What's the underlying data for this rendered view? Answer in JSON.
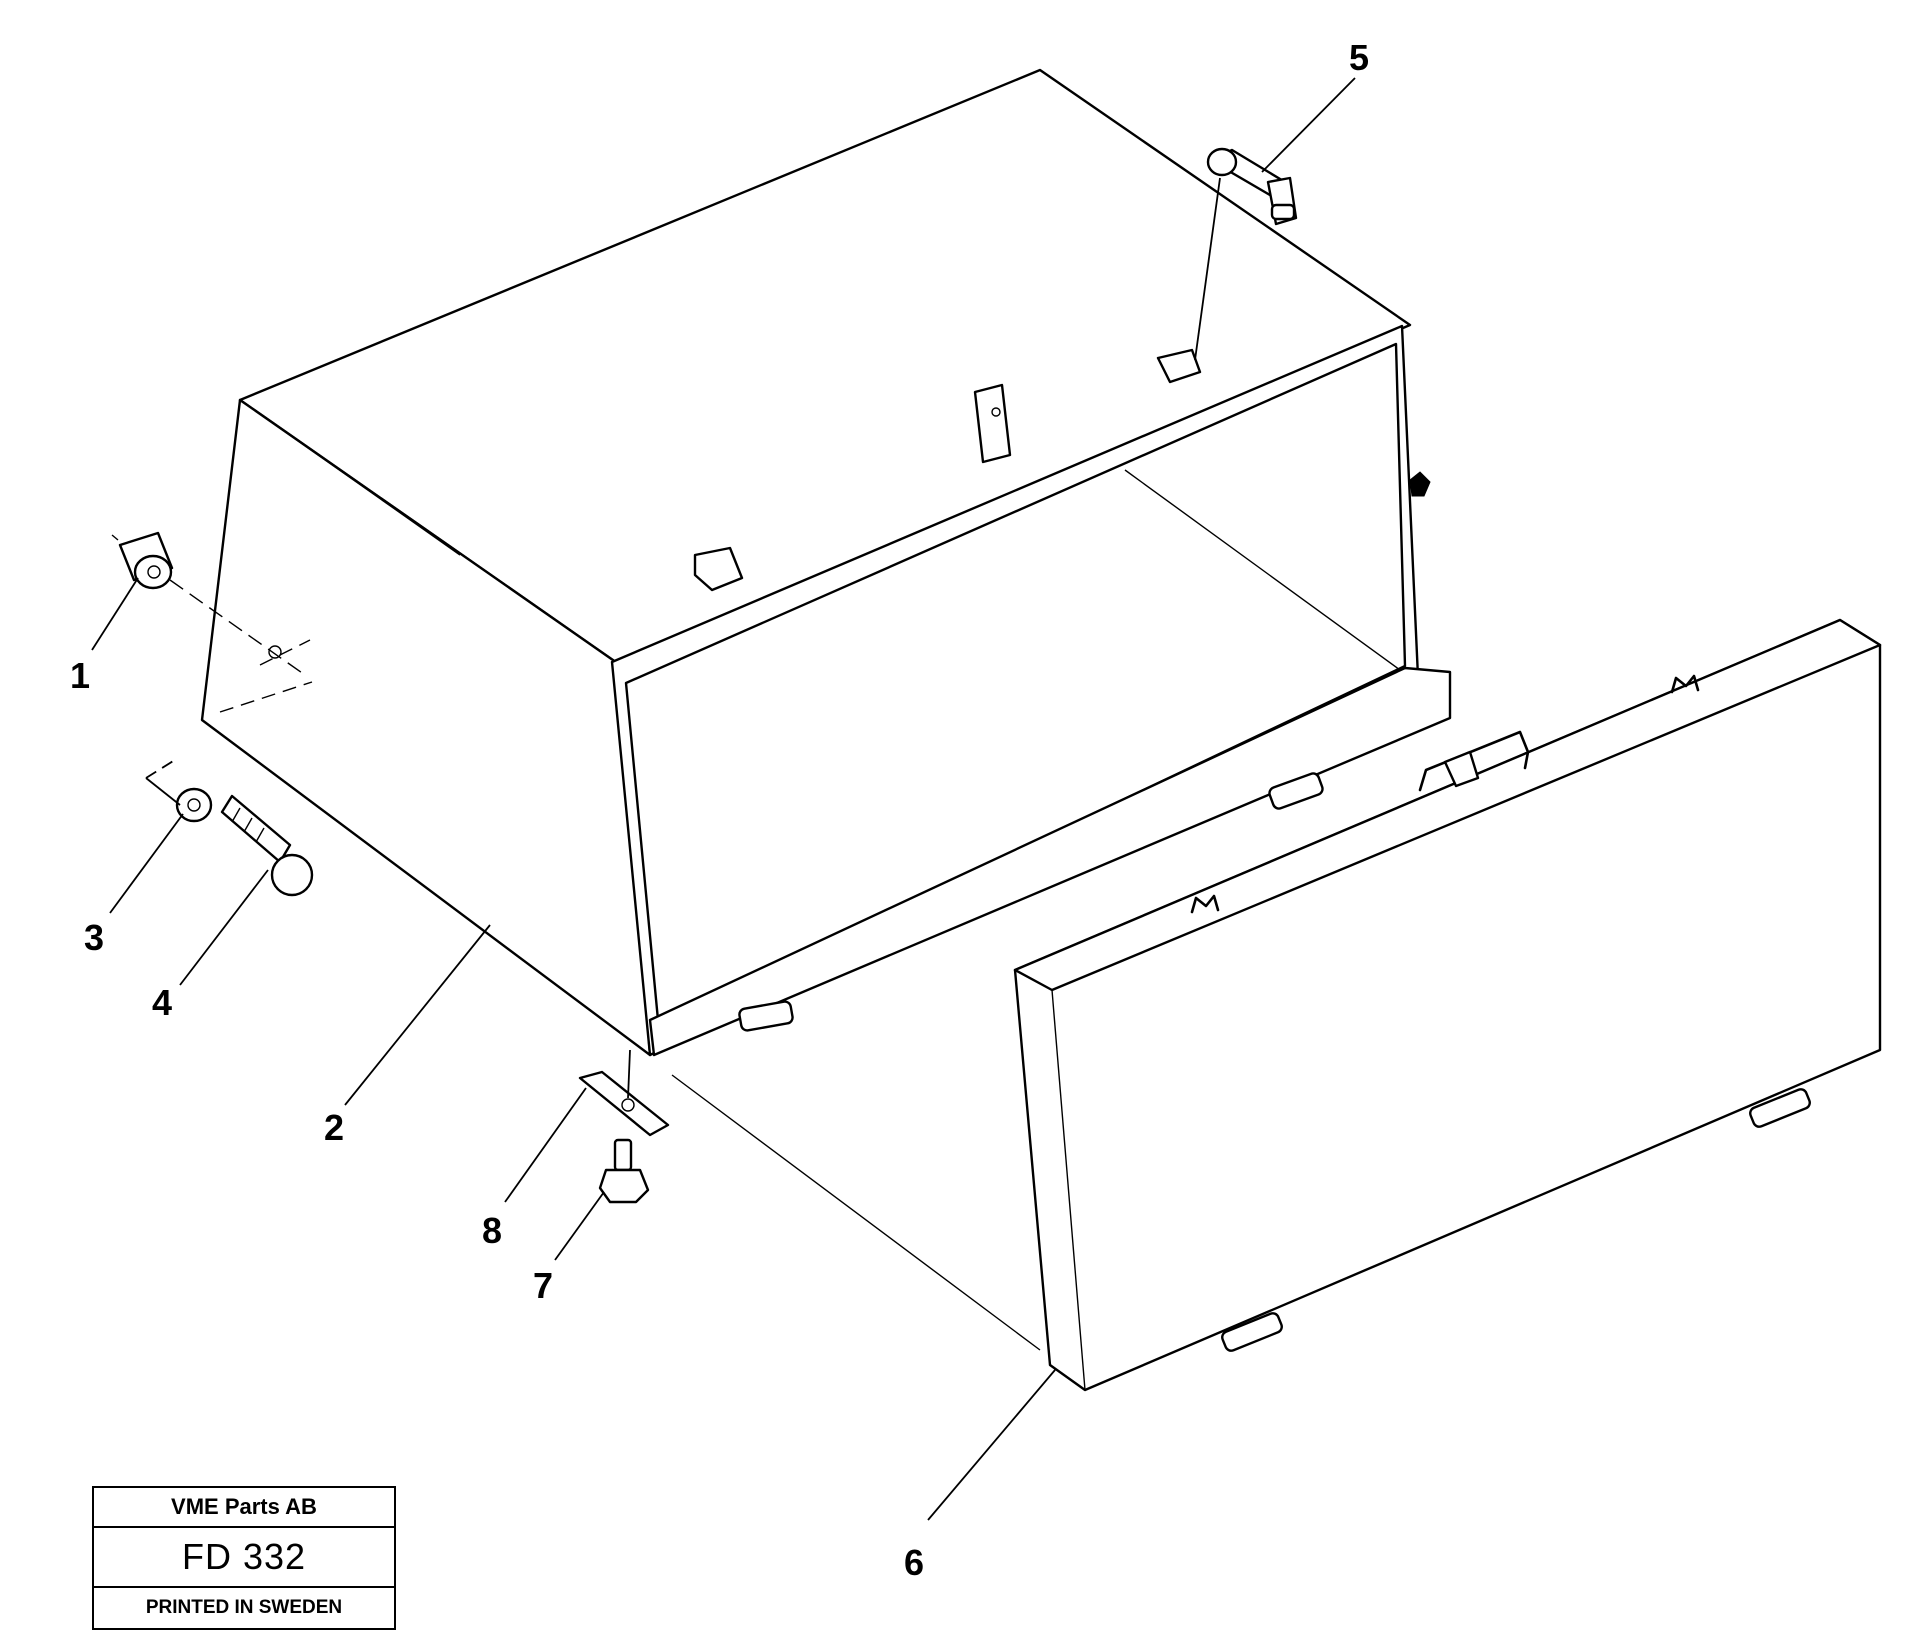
{
  "diagram": {
    "callouts": [
      "1",
      "2",
      "3",
      "4",
      "5",
      "6",
      "7",
      "8"
    ]
  },
  "title_block": {
    "company": "VME Parts AB",
    "code": "FD 332",
    "printed": "PRINTED IN SWEDEN"
  }
}
